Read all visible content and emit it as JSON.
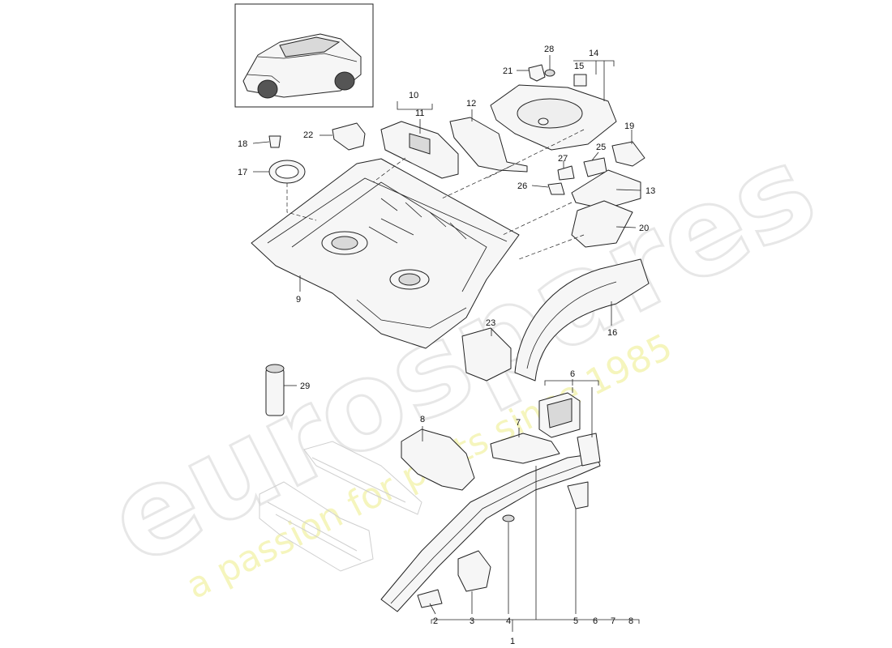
{
  "diagram": {
    "callouts": {
      "c1": "1",
      "c2": "2",
      "c3": "3",
      "c4": "4",
      "c5": "5",
      "c6": "6",
      "c6b": "6",
      "c7": "7",
      "c7b": "7",
      "c8": "8",
      "c8b": "8",
      "c9": "9",
      "c10": "10",
      "c11": "11",
      "c12": "12",
      "c13": "13",
      "c14": "14",
      "c15": "15",
      "c16": "16",
      "c17": "17",
      "c18": "18",
      "c19": "19",
      "c20": "20",
      "c21": "21",
      "c22": "22",
      "c23": "23",
      "c25": "25",
      "c26": "26",
      "c27": "27",
      "c28": "28",
      "c29": "29"
    }
  },
  "watermark": {
    "brand": "eurospares",
    "tagline": "a passion for parts since 1985"
  }
}
